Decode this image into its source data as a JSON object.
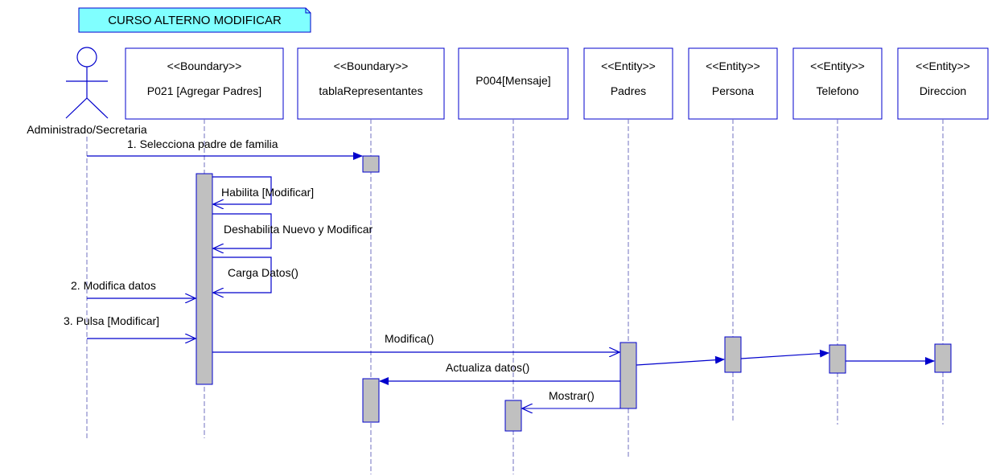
{
  "note": {
    "label": "CURSO ALTERNO MODIFICAR"
  },
  "actor": {
    "name": "Administrado/Secretaria"
  },
  "lifelines": [
    {
      "stereotype": "<<Boundary>>",
      "name": "P021 [Agregar Padres]"
    },
    {
      "stereotype": "<<Boundary>>",
      "name": "tablaRepresentantes"
    },
    {
      "stereotype": "",
      "name": "P004[Mensaje]"
    },
    {
      "stereotype": "<<Entity>>",
      "name": "Padres"
    },
    {
      "stereotype": "<<Entity>>",
      "name": "Persona"
    },
    {
      "stereotype": "<<Entity>>",
      "name": "Telefono"
    },
    {
      "stereotype": "<<Entity>>",
      "name": "Direccion"
    }
  ],
  "messages": [
    {
      "label": "1. Selecciona padre de familia"
    },
    {
      "label": "Habilita [Modificar]"
    },
    {
      "label": "Deshabilita Nuevo y Modificar"
    },
    {
      "label": "Carga Datos()"
    },
    {
      "label": "2. Modifica datos"
    },
    {
      "label": "3. Pulsa [Modificar]"
    },
    {
      "label": "Modifica()"
    },
    {
      "label": "Actualiza datos()"
    },
    {
      "label": "Mostrar()"
    }
  ],
  "colors": {
    "line": "#0000cc",
    "note_fill": "#80ffff",
    "activation_fill": "#c0c0c0",
    "lifeline_dash": "#7070c0"
  }
}
